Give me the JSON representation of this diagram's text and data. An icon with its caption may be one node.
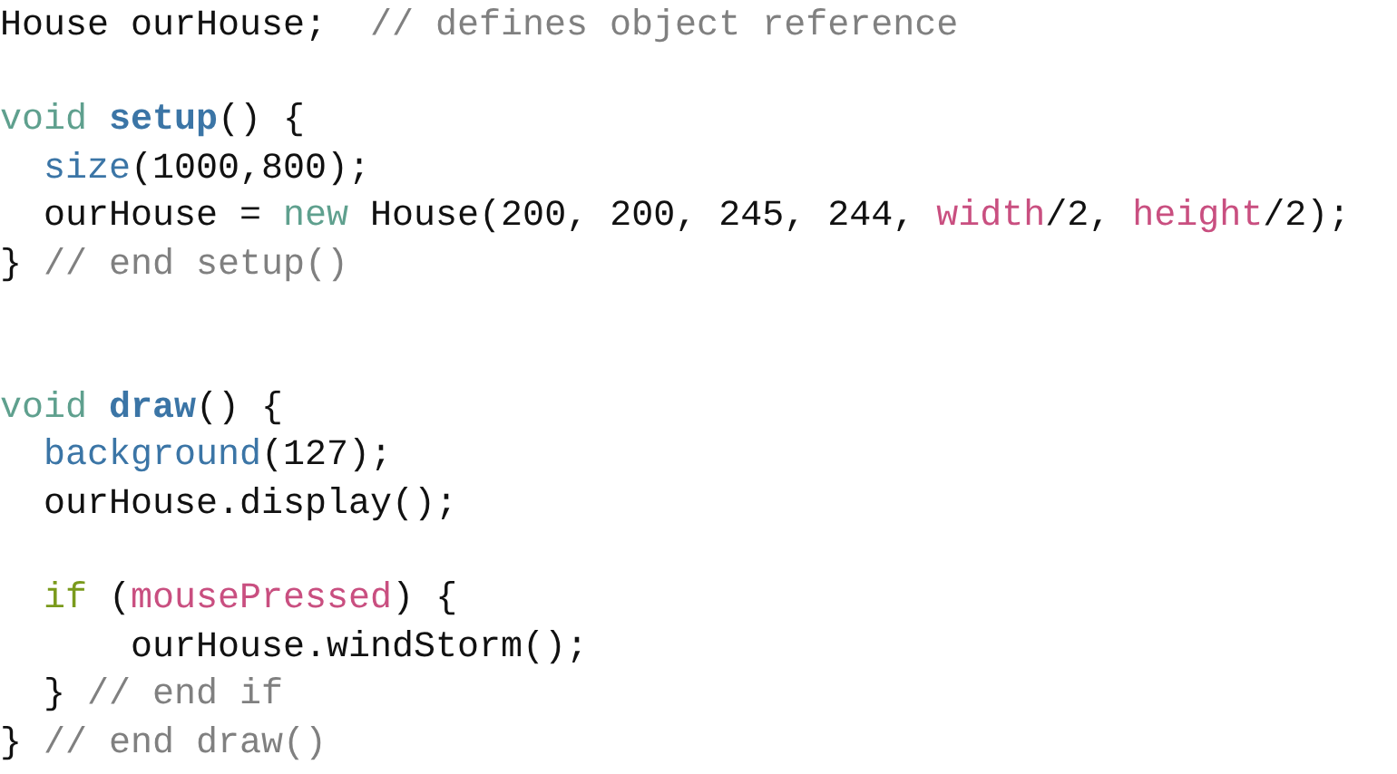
{
  "diagram": {
    "labels": [
      "House ourHouse;",
      "// defines object reference",
      "void",
      "setup",
      "() {",
      "size",
      "(1000,800);",
      "ourHouse =",
      "new",
      "House(200, 200, 245, 244,",
      "width",
      "/2,",
      "height",
      "/2);",
      "}",
      "// end setup()",
      "void",
      "draw",
      "() {",
      "background",
      "(127);",
      "ourHouse.display();",
      "if",
      "(",
      "mousePressed",
      ") {",
      "ourHouse.windStorm();",
      "}",
      "// end if",
      "}",
      "// end draw()"
    ]
  }
}
